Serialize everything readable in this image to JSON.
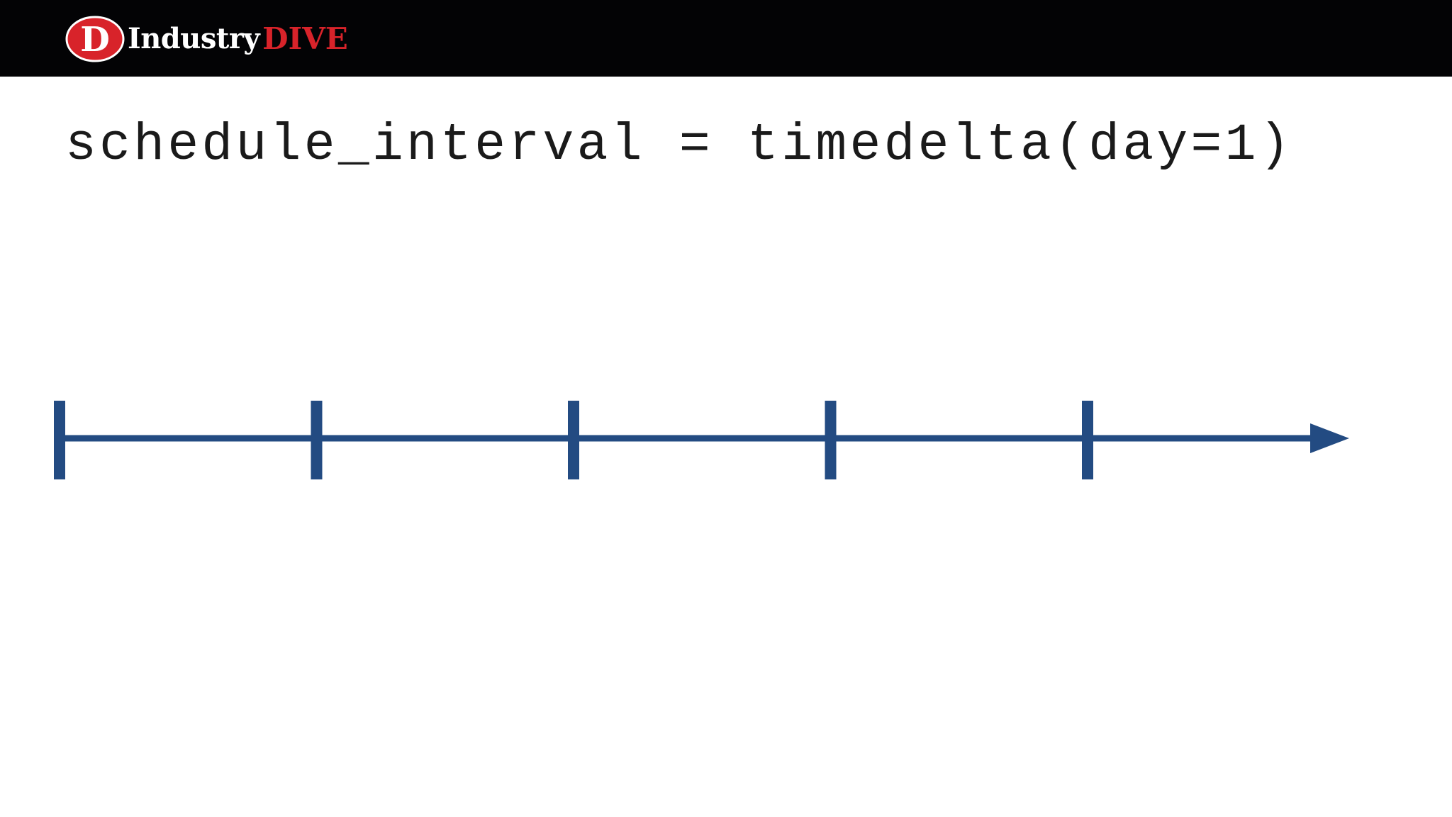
{
  "brand": {
    "badge_letter": "D",
    "name_part1": "Industry",
    "name_part2": "DIVE",
    "colors": {
      "header_bg": "#030305",
      "accent_red": "#d8232a",
      "white": "#ffffff"
    }
  },
  "slide": {
    "code_text": "schedule_interval = timedelta(day=1)"
  },
  "timeline": {
    "tick_count": 5,
    "color": "#234b82",
    "arrow_direction": "right"
  }
}
